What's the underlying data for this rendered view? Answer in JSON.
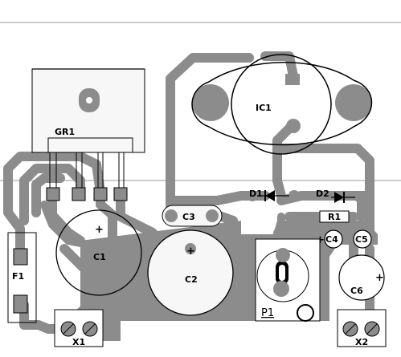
{
  "title": "",
  "colors": {
    "background": "#ffffff",
    "copper": "#8c8c8c",
    "outline": "#000000",
    "body_fill": "#f7f7f7",
    "rule": "#999999"
  },
  "components": {
    "GR1": "GR1",
    "F1": "F1",
    "C1": "C1",
    "C2": "C2",
    "C3": "C3",
    "IC1": "IC1",
    "D1": "D1",
    "D2": "D2",
    "R1": "R1",
    "C4": "C4",
    "C5": "C5",
    "C6": "C6",
    "P1": "P1",
    "X1": "X1",
    "X2": "X2"
  },
  "polarity": {
    "plus": "+"
  }
}
